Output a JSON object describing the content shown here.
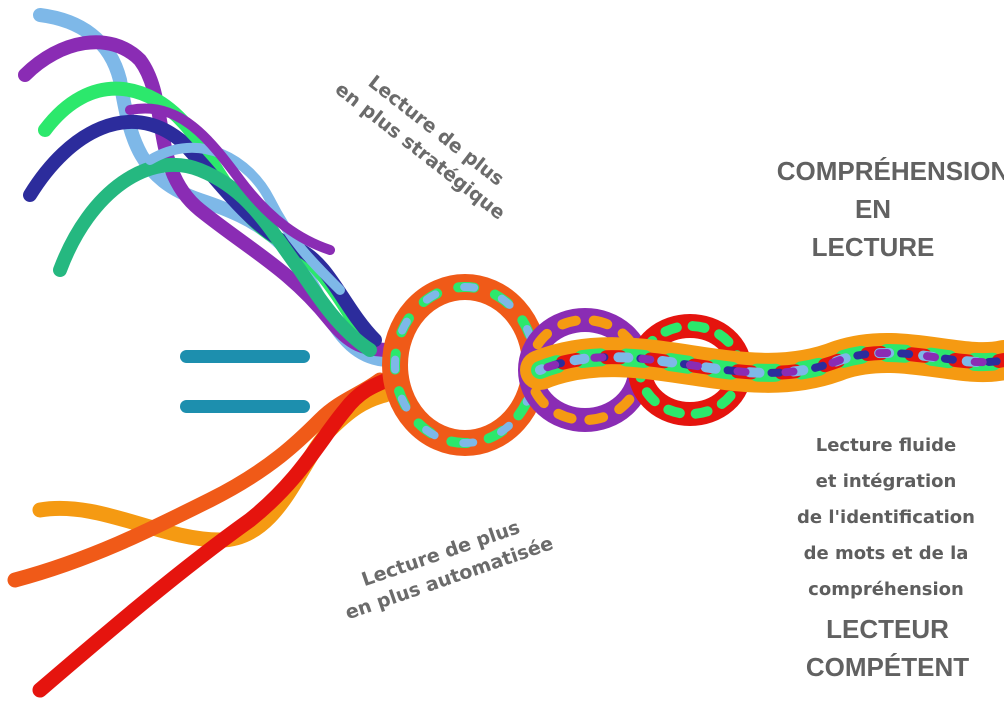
{
  "strategic_label": {
    "line1": "Lecture de plus",
    "line2": "en plus stratégique"
  },
  "automatic_label": {
    "line1": "Lecture de plus",
    "line2": "en plus automatisée"
  },
  "comprehension_title": {
    "line1": "COMPRÉHENSION",
    "line2": "EN",
    "line3": "LECTURE"
  },
  "result_description": {
    "line1": "Lecture fluide",
    "line2": "et intégration",
    "line3": "de l'identification",
    "line4": "de mots et de la",
    "line5": "compréhension"
  },
  "result_title": {
    "line1": "LECTEUR",
    "line2": "COMPÉTENT"
  },
  "colors": {
    "upper_strands": [
      "#7eb8e8",
      "#8a2cb4",
      "#2ce86c",
      "#2c2c9c",
      "#25b880"
    ],
    "lower_strands": [
      "#f59a12",
      "#f05a18",
      "#e5140e"
    ],
    "equals": "#1d8fae",
    "label_text": "#6b6b6b"
  },
  "icons": {
    "equals_sign": "equals-icon"
  }
}
